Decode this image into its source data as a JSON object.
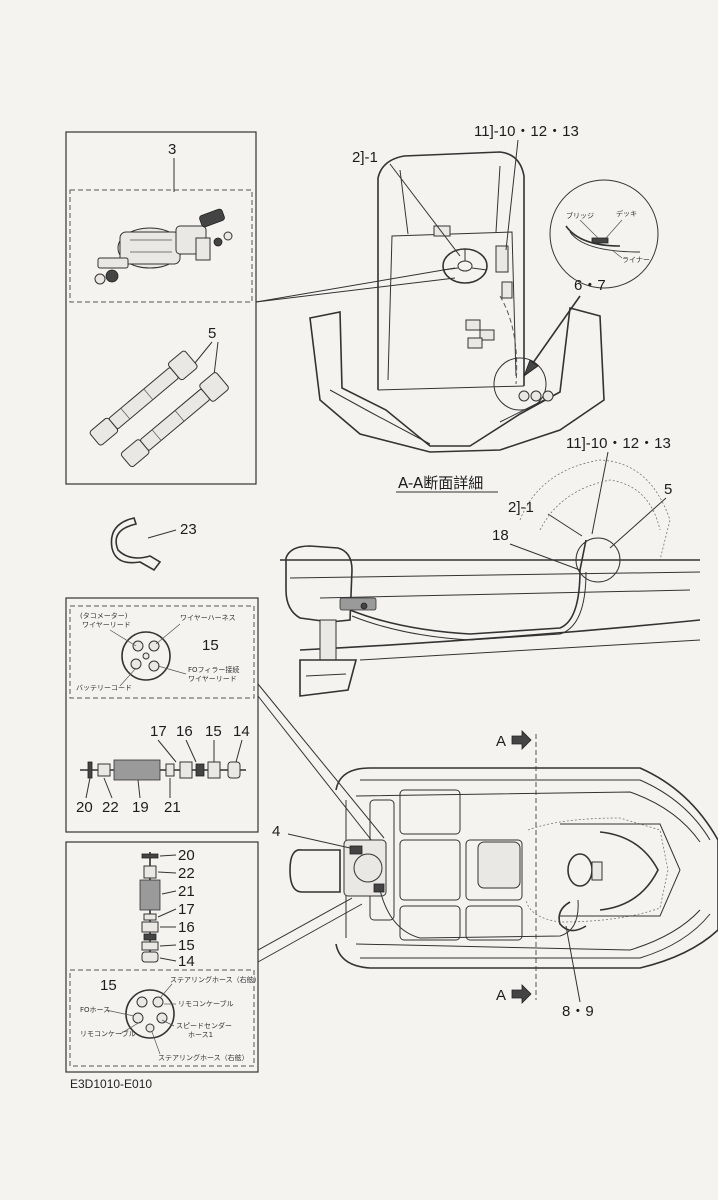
{
  "labels": {
    "box_3": "3",
    "box_5": "5",
    "ref_2_1": "2]-1",
    "ref_11_top": "11]-10・12・13",
    "inset_bridge": "ブリッジ",
    "inset_deck": "デッキ",
    "inset_liner": "ライナー",
    "ref_6_7": "6・7",
    "ref_11_mid": "11]-10・12・13",
    "section_title": "A-A断面詳細",
    "ref_5_side": "5",
    "ref_2_1_side": "2]-1",
    "ref_18": "18",
    "ref_23": "23",
    "conn_15_a": "15",
    "conn_a_tachometer": "(タコメーター)",
    "conn_a_tach_lead": "ワイヤーリード",
    "conn_a_harness": "ワイヤーハーネス",
    "conn_a_fo": "FOフィラー接続",
    "conn_a_fo_lead": "ワイヤーリード",
    "conn_a_battery": "バッテリーコード",
    "row_top_17": "17",
    "row_top_16": "16",
    "row_top_15": "15",
    "row_top_14": "14",
    "row_bot_20": "20",
    "row_bot_22": "22",
    "row_bot_19": "19",
    "row_bot_21": "21",
    "ref_4": "4",
    "mark_a_top": "A",
    "mark_a_bottom": "A",
    "stack_20": "20",
    "stack_22": "22",
    "stack_21": "21",
    "stack_17": "17",
    "stack_16": "16",
    "stack_15": "15",
    "stack_14": "14",
    "conn_15_b": "15",
    "conn_b_steer_right": "ステアリングホース（右舷）",
    "conn_b_fo_hose": "FOホース",
    "conn_b_remote_1": "リモコンケーブル",
    "conn_b_speed": "スピードセンダー",
    "conn_b_speed_2": "ホース1",
    "conn_b_remote_2": "リモコンケーブル",
    "conn_b_steer_left": "ステアリングホース（右舷）",
    "ref_8_9": "8・9",
    "diagram_code": "E3D1010-E010"
  },
  "colors": {
    "ink": "#1d1d1d",
    "paper": "#f4f3f0"
  },
  "icons": {
    "section_arrow": "right-arrow-icon"
  }
}
